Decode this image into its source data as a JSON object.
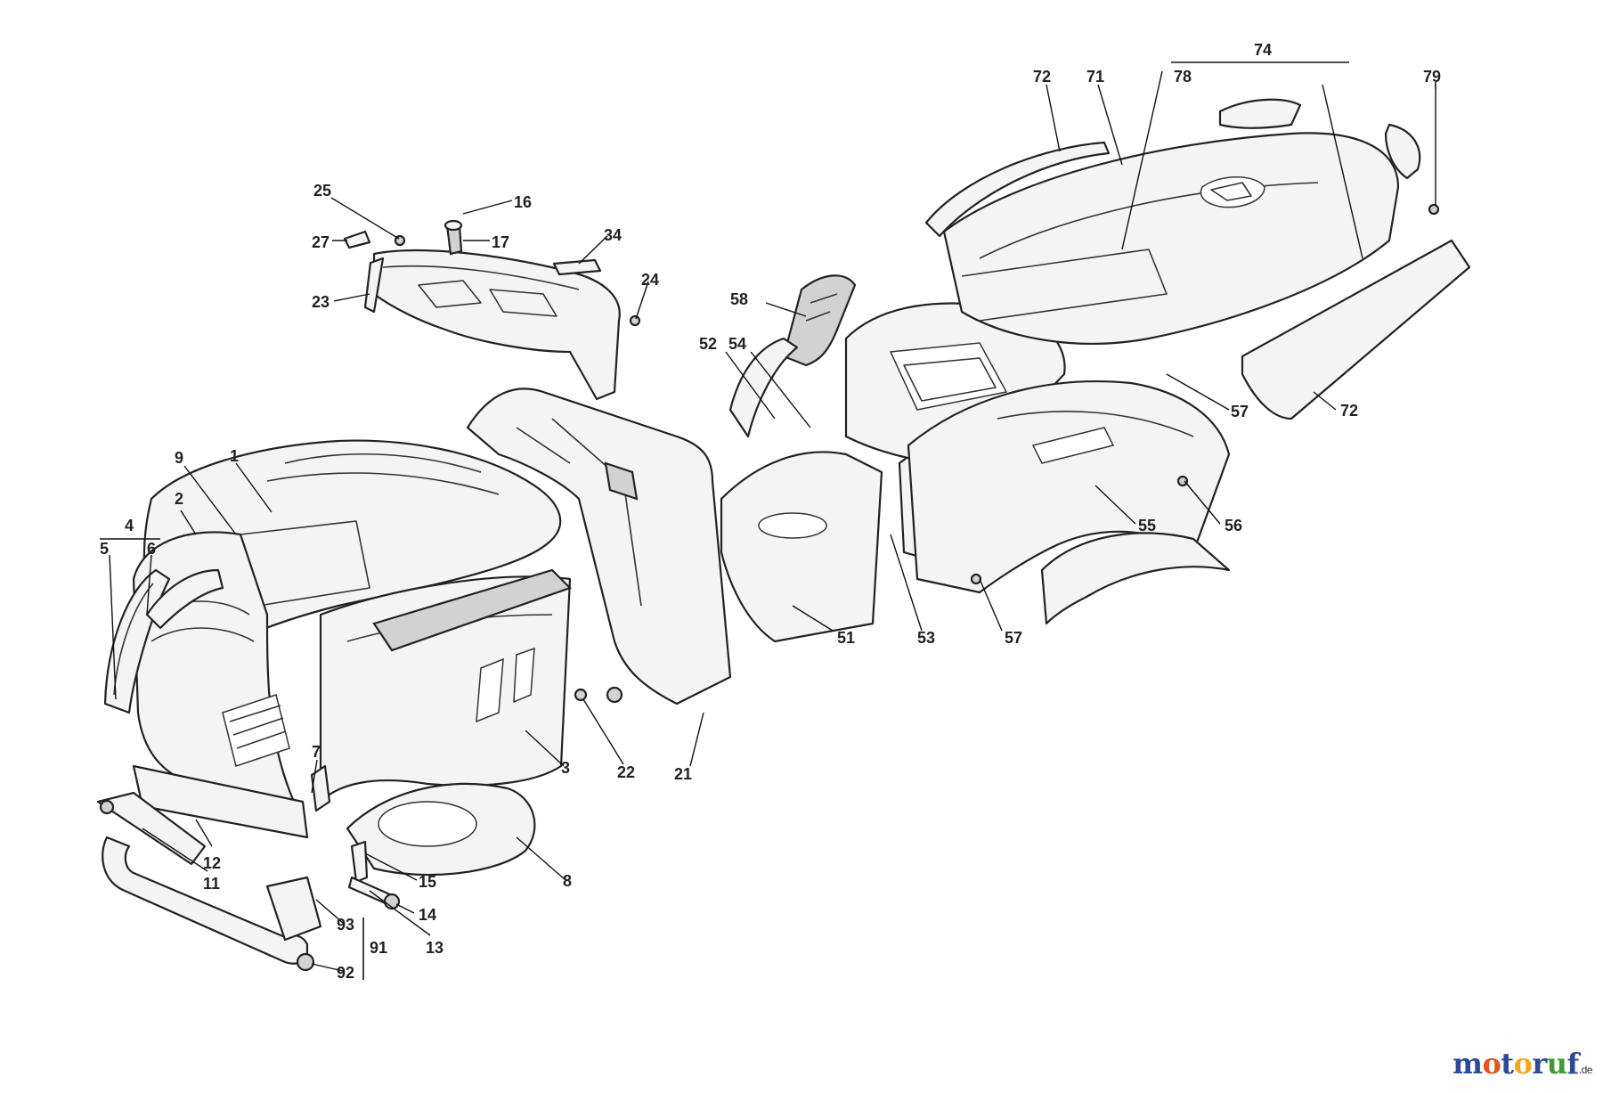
{
  "diagram": {
    "callouts": [
      {
        "id": "c1",
        "label": "1"
      },
      {
        "id": "c2",
        "label": "2"
      },
      {
        "id": "c3",
        "label": "3"
      },
      {
        "id": "c4",
        "label": "4"
      },
      {
        "id": "c5",
        "label": "5"
      },
      {
        "id": "c6",
        "label": "6"
      },
      {
        "id": "c7",
        "label": "7"
      },
      {
        "id": "c8",
        "label": "8"
      },
      {
        "id": "c9",
        "label": "9"
      },
      {
        "id": "c11",
        "label": "11"
      },
      {
        "id": "c12",
        "label": "12"
      },
      {
        "id": "c13",
        "label": "13"
      },
      {
        "id": "c14",
        "label": "14"
      },
      {
        "id": "c15",
        "label": "15"
      },
      {
        "id": "c16",
        "label": "16"
      },
      {
        "id": "c17",
        "label": "17"
      },
      {
        "id": "c21",
        "label": "21"
      },
      {
        "id": "c22",
        "label": "22"
      },
      {
        "id": "c23",
        "label": "23"
      },
      {
        "id": "c24",
        "label": "24"
      },
      {
        "id": "c25",
        "label": "25"
      },
      {
        "id": "c27",
        "label": "27"
      },
      {
        "id": "c34",
        "label": "34"
      },
      {
        "id": "c51",
        "label": "51"
      },
      {
        "id": "c52",
        "label": "52"
      },
      {
        "id": "c53",
        "label": "53"
      },
      {
        "id": "c54",
        "label": "54"
      },
      {
        "id": "c55",
        "label": "55"
      },
      {
        "id": "c56",
        "label": "56"
      },
      {
        "id": "c57a",
        "label": "57"
      },
      {
        "id": "c57b",
        "label": "57"
      },
      {
        "id": "c58",
        "label": "58"
      },
      {
        "id": "c71",
        "label": "71"
      },
      {
        "id": "c72a",
        "label": "72"
      },
      {
        "id": "c72b",
        "label": "72"
      },
      {
        "id": "c74",
        "label": "74"
      },
      {
        "id": "c78",
        "label": "78"
      },
      {
        "id": "c79",
        "label": "79"
      },
      {
        "id": "c91",
        "label": "91"
      },
      {
        "id": "c92",
        "label": "92"
      },
      {
        "id": "c93",
        "label": "93"
      }
    ]
  },
  "watermark": {
    "letters": [
      {
        "char": "m",
        "color": "#2c4a9a"
      },
      {
        "char": "o",
        "color": "#e2541f"
      },
      {
        "char": "t",
        "color": "#2c4a9a"
      },
      {
        "char": "o",
        "color": "#f3a81c"
      },
      {
        "char": "r",
        "color": "#2c4a9a"
      },
      {
        "char": "u",
        "color": "#3e9a3a"
      },
      {
        "char": "f",
        "color": "#2c4a9a"
      }
    ],
    "suffix": ".de"
  }
}
